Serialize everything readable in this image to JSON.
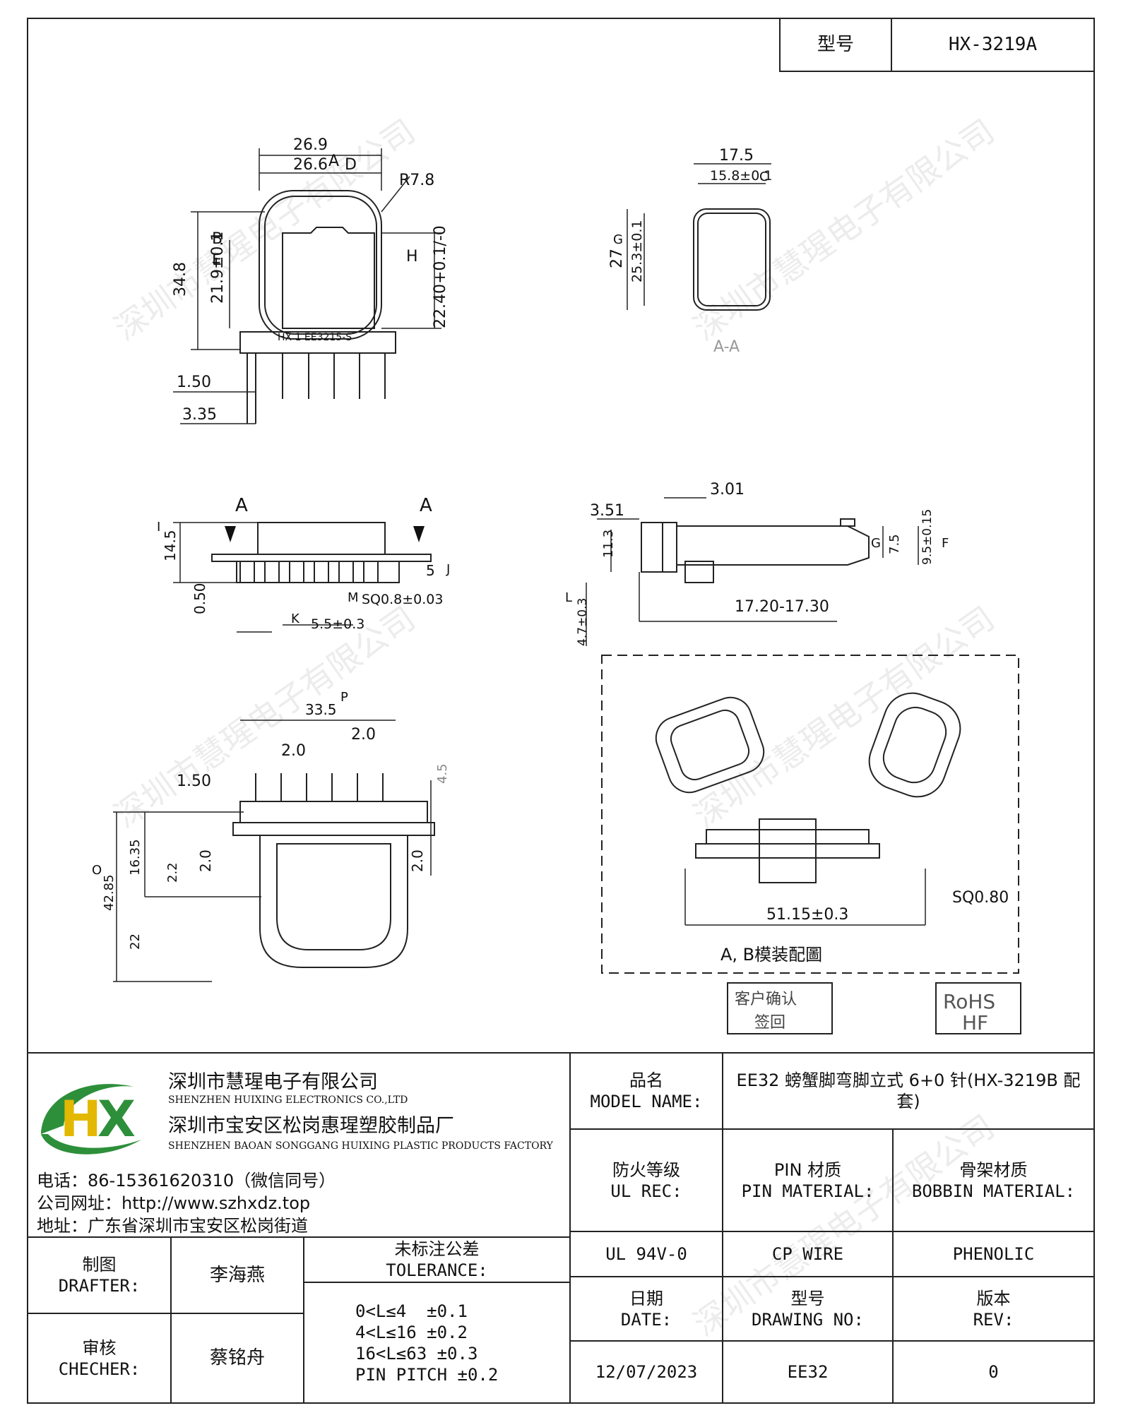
{
  "header": {
    "model_label": "型号",
    "model_value": "HX-3219A"
  },
  "watermark": "深圳市慧瑆电子有限公司",
  "drawing": {
    "front": {
      "d1": "26.9",
      "d2": "26.6",
      "radius": "R7.8",
      "h_total": "34.8",
      "h_inner": "21.9±0.1",
      "h_window": "22.40+0.1/-0",
      "pin_offset": "1.50",
      "pin_base": "3.35",
      "marking": "HX 1 EE3215-S",
      "b1": "A",
      "b2": "D",
      "b3": "B",
      "b4": "E",
      "b5": "H"
    },
    "section": {
      "w_outer": "17.5",
      "w_inner": "15.8±0.1",
      "h_outer": "27",
      "h_inner": "25.3±0.1",
      "label": "A-A",
      "b1": "C",
      "b2": "G"
    },
    "side": {
      "h": "14.5",
      "t": "0.50",
      "pin": "5",
      "sq": "SQ0.8±0.03",
      "pitch": "5.5±0.3",
      "cut_a": "A",
      "b1": "I",
      "b2": "J",
      "b3": "M",
      "b4": "K"
    },
    "side2": {
      "w1": "3.51",
      "w2": "3.01",
      "h1": "11.3",
      "h2": "7.5",
      "h3": "9.5±0.15",
      "span": "17.20-17.30",
      "leg": "4.7±0.3",
      "b1": "L",
      "b2": "G",
      "b3": "F"
    },
    "bottom": {
      "w": "33.5",
      "p1": "2.0",
      "p2": "2.0",
      "off": "1.50",
      "h1": "4.5",
      "h2": "16.35",
      "h3": "2.2",
      "h4": "2.0",
      "h5": "2.0",
      "total": "42.85",
      "h6": "22",
      "b1": "P",
      "b2": "O"
    },
    "assembly": {
      "span": "51.15±0.3",
      "sq": "SQ0.80",
      "caption": "A, B模装配圖"
    },
    "customer": {
      "line1": "客户确认",
      "line2": "签回"
    },
    "rohs": {
      "line1": "RoHS",
      "line2": "HF"
    }
  },
  "company": {
    "logo_text": "HX",
    "name_cn": "深圳市慧瑆电子有限公司",
    "name_en": "SHENZHEN HUIXING ELECTRONICS CO.,LTD",
    "factory_cn": "深圳市宝安区松岗惠瑆塑胶制品厂",
    "factory_en": "SHENZHEN BAOAN SONGGANG HUIXING PLASTIC PRODUCTS FACTORY",
    "phone": "电话：86-15361620310（微信同号）",
    "website": "公司网址：http://www.szhxdz.top",
    "address": "地址：广东省深圳市宝安区松岗街道"
  },
  "title_block": {
    "model_name_cn": "品名",
    "model_name_en": "MODEL NAME:",
    "model_name_value": "EE32 螃蟹脚弯脚立式 6+0 针(HX-3219B 配套)",
    "ul_cn": "防火等级",
    "ul_en": "UL REC:",
    "ul_value": "UL 94V-0",
    "pin_cn": "PIN 材质",
    "pin_en": "PIN MATERIAL:",
    "pin_value": "CP WIRE",
    "bobbin_cn": "骨架材质",
    "bobbin_en": "BOBBIN MATERIAL:",
    "bobbin_value": "PHENOLIC",
    "date_cn": "日期",
    "date_en": "DATE:",
    "date_value": "12/07/2023",
    "drawing_cn": "型号",
    "drawing_en": "DRAWING NO:",
    "drawing_value": "EE32",
    "rev_cn": "版本",
    "rev_en": "REV:",
    "rev_value": "0",
    "drafter_cn": "制图",
    "drafter_en": "DRAFTER:",
    "drafter_value": "李海燕",
    "checker_cn": "审核",
    "checker_en": "CHECHER:",
    "checker_value": "蔡铭舟",
    "tolerance_cn": "未标注公差",
    "tolerance_en": "TOLERANCE:",
    "tolerances": [
      "0<L≤4  ±0.1",
      "4<L≤16 ±0.2",
      "16<L≤63 ±0.3",
      "PIN PITCH ±0.2"
    ]
  }
}
